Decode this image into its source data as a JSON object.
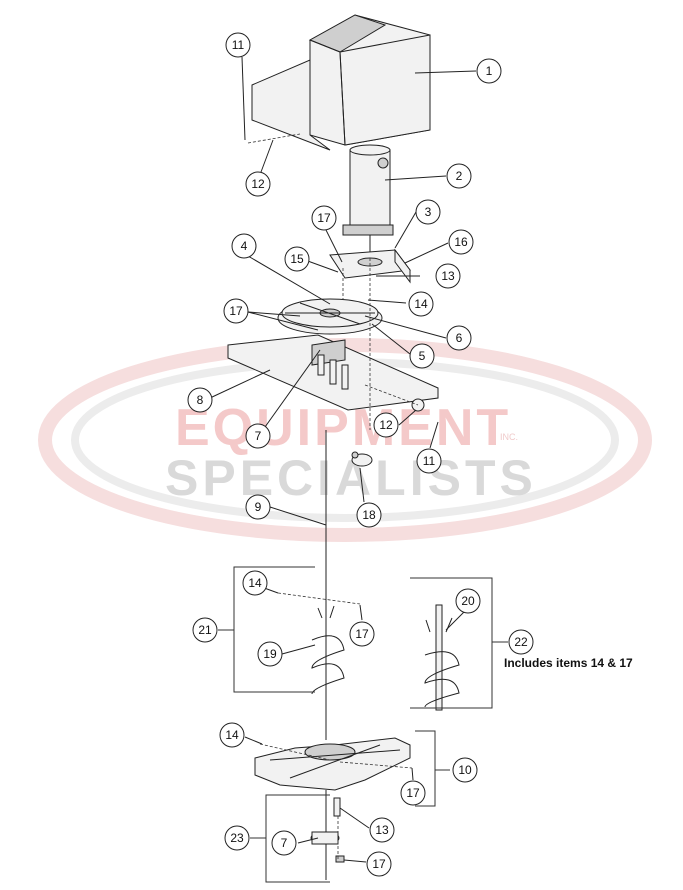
{
  "watermark": {
    "line1": "EQUIPMENT",
    "line2": "SPECIALISTS",
    "suffix": "INC."
  },
  "callouts": [
    {
      "id": "c1",
      "label": "1"
    },
    {
      "id": "c2",
      "label": "2"
    },
    {
      "id": "c3",
      "label": "3"
    },
    {
      "id": "c4",
      "label": "4"
    },
    {
      "id": "c5",
      "label": "5"
    },
    {
      "id": "c6",
      "label": "6"
    },
    {
      "id": "c7a",
      "label": "7"
    },
    {
      "id": "c7b",
      "label": "7"
    },
    {
      "id": "c8",
      "label": "8"
    },
    {
      "id": "c9",
      "label": "9"
    },
    {
      "id": "c10",
      "label": "10"
    },
    {
      "id": "c11a",
      "label": "11"
    },
    {
      "id": "c11b",
      "label": "11"
    },
    {
      "id": "c12a",
      "label": "12"
    },
    {
      "id": "c12b",
      "label": "12"
    },
    {
      "id": "c13a",
      "label": "13"
    },
    {
      "id": "c13b",
      "label": "13"
    },
    {
      "id": "c14a",
      "label": "14"
    },
    {
      "id": "c14b",
      "label": "14"
    },
    {
      "id": "c14c",
      "label": "14"
    },
    {
      "id": "c15",
      "label": "15"
    },
    {
      "id": "c16",
      "label": "16"
    },
    {
      "id": "c17a",
      "label": "17"
    },
    {
      "id": "c17b",
      "label": "17"
    },
    {
      "id": "c17c",
      "label": "17"
    },
    {
      "id": "c17d",
      "label": "17"
    },
    {
      "id": "c17e",
      "label": "17"
    },
    {
      "id": "c18",
      "label": "18"
    },
    {
      "id": "c19",
      "label": "19"
    },
    {
      "id": "c20",
      "label": "20"
    },
    {
      "id": "c21",
      "label": "21"
    },
    {
      "id": "c22",
      "label": "22"
    },
    {
      "id": "c23",
      "label": "23"
    }
  ],
  "note": "Includes items 14 & 17"
}
